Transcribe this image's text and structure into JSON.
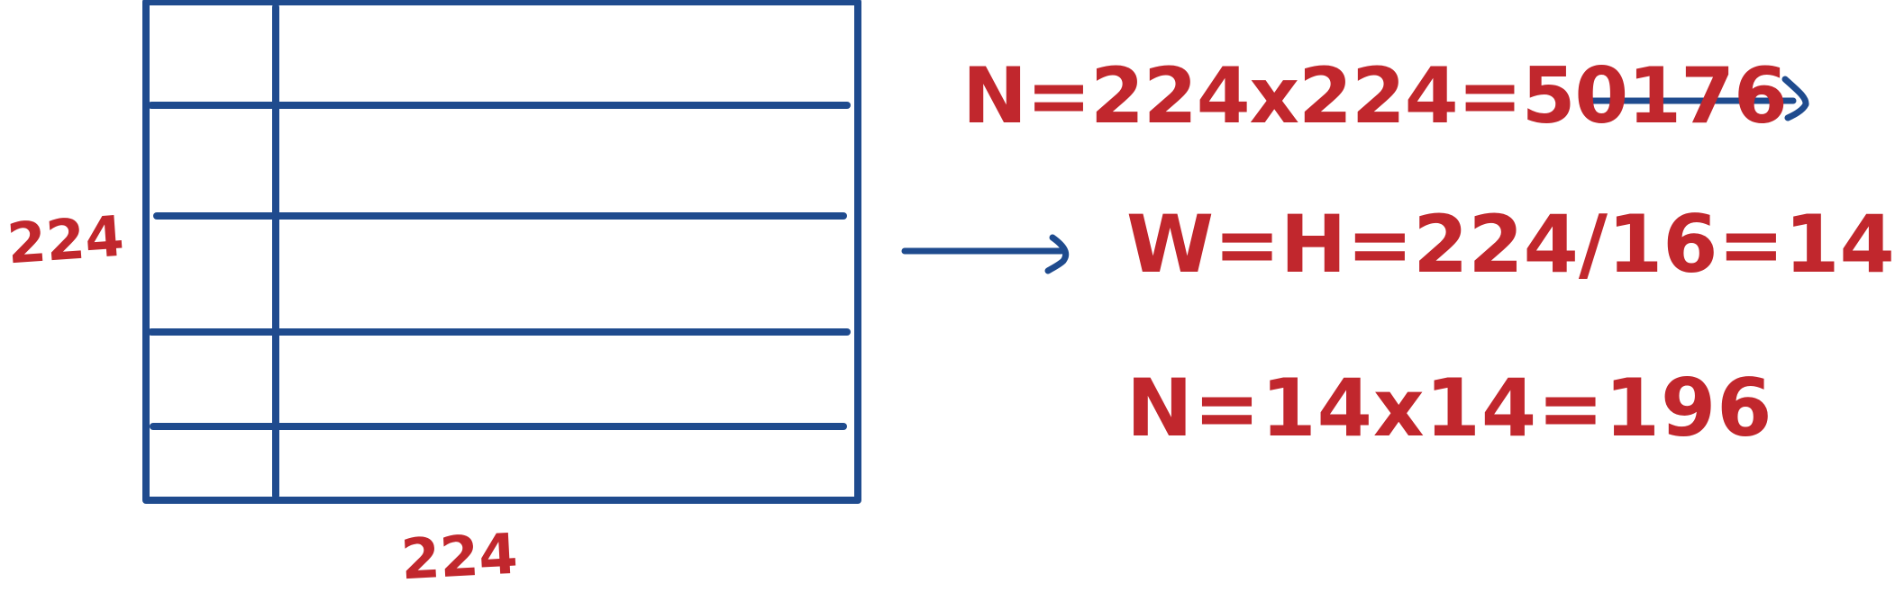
{
  "colors": {
    "grid_stroke": "#1f4b8e",
    "arrow_stroke": "#1f4b8e",
    "text": "#c1272d",
    "background": "#ffffff"
  },
  "image_labels": {
    "height": "224",
    "width": "224"
  },
  "equations": {
    "token_count_pixels": "N=224x224=50176",
    "patch_grid_size": "W=H=224/16=14",
    "token_count_patches": "N=14x14=196"
  },
  "icons": [
    "right-arrow-icon"
  ]
}
